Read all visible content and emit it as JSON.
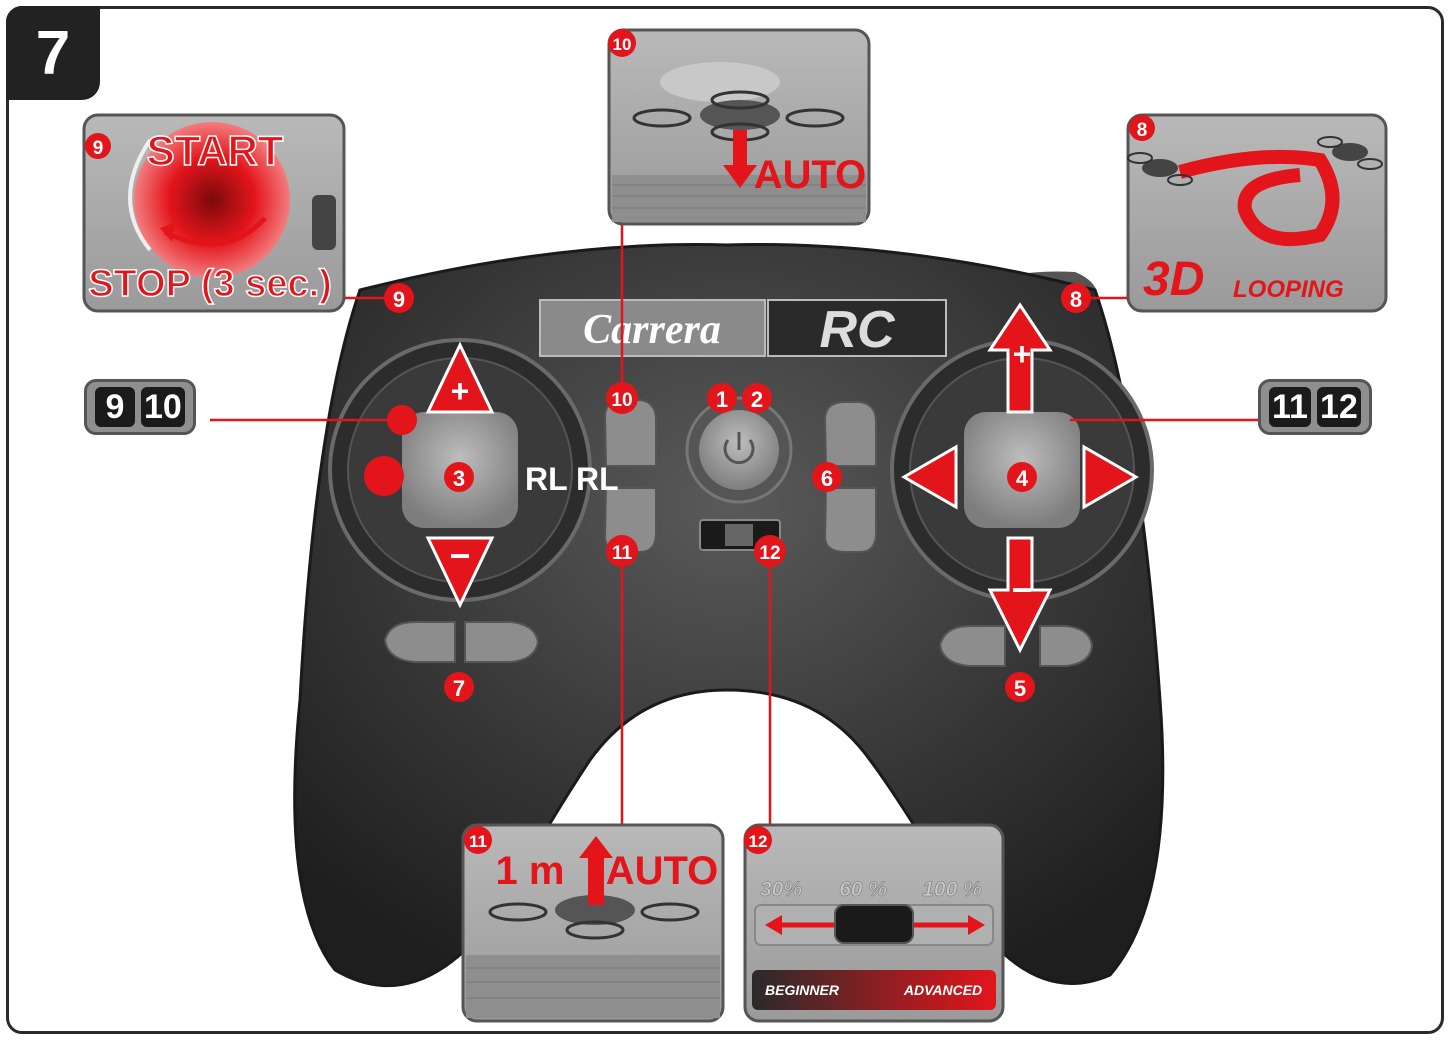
{
  "step_number": "7",
  "brand": {
    "logo_text": "Carrera",
    "logo_mark": "RC"
  },
  "callouts": {
    "c1": "1",
    "c2": "2",
    "c3": "3",
    "c4": "4",
    "c5": "5",
    "c6": "6",
    "c7": "7",
    "c8": "8",
    "c9": "9",
    "c10": "10",
    "c11": "11",
    "c12": "12"
  },
  "joystick_left": {
    "plus": "+",
    "minus": "−",
    "label": "RL RL"
  },
  "joystick_right": {
    "plus": "+",
    "minus": "−"
  },
  "key_box_left": [
    "9",
    "10"
  ],
  "key_box_right": [
    "11",
    "12"
  ],
  "panel_9": {
    "badge": "9",
    "start": "START",
    "stop": "STOP (3 sec.)"
  },
  "panel_10": {
    "badge": "10",
    "auto": "AUTO"
  },
  "panel_8": {
    "badge": "8",
    "big": "3D",
    "small": "LOOPING"
  },
  "panel_11": {
    "badge": "11",
    "height": "1 m",
    "auto": "AUTO"
  },
  "panel_12": {
    "badge": "12",
    "speeds": [
      "30%",
      "60 %",
      "100 %"
    ],
    "beginner": "BEGINNER",
    "advanced": "ADVANCED"
  },
  "colors": {
    "accent": "#e3151b",
    "body": "#3a3a3a",
    "panel": "#a3a3a3"
  }
}
